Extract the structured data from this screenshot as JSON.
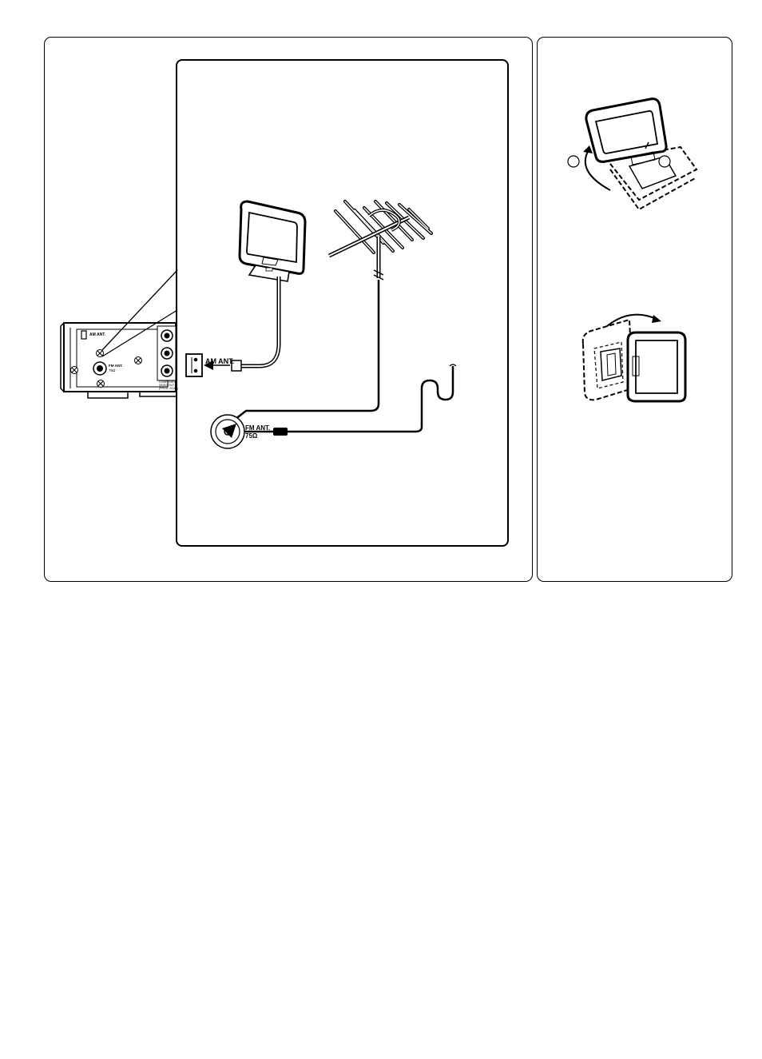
{
  "labels": {
    "rear_am_ant": "AM ANT.",
    "rear_fm_ant": "FM ANT.",
    "rear_fm_ohm": "75Ω",
    "rear_video_out_1": "COMPONENT",
    "rear_video_out_2": "VIDEO OUT",
    "rear_video_out_3": "(PROG. SCAN)",
    "am_terminal": "AM ANT.",
    "fm_terminal": "FM ANT.",
    "fm_ohm": "75Ω"
  }
}
